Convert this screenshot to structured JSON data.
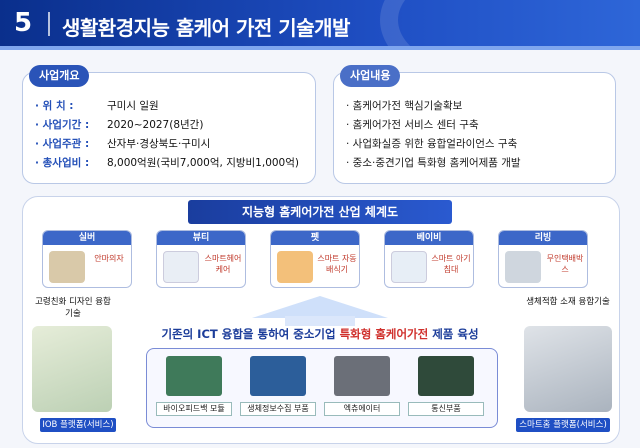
{
  "header": {
    "number": "5",
    "title": "생활환경지능 홈케어 가전 기술개발"
  },
  "overview": {
    "tag": "사업개요",
    "rows": [
      {
        "key": "· 위     치 :",
        "value": "구미시 일원"
      },
      {
        "key": "· 사업기간 :",
        "value": "2020~2027(8년간)"
      },
      {
        "key": "· 사업주관 :",
        "value": "산자부·경상북도·구미시"
      },
      {
        "key": "· 총사업비 :",
        "value": "8,000억원(국비7,000억, 지방비1,000억)"
      }
    ]
  },
  "contents": {
    "tag": "사업내용",
    "items": [
      "· 홈케어가전 핵심기술확보",
      "· 홈케어가전 서비스 센터 구축",
      "· 사업화실증 위한 융합얼라이언스 구축",
      "· 중소·중견기업 특화형 홈케어제품 개발"
    ]
  },
  "system": {
    "title": "지능형 홈케어가전 산업 체계도",
    "categories": [
      {
        "name": "실버",
        "label": "안마의자",
        "color": "#d9c9a9"
      },
      {
        "name": "뷰티",
        "label": "스마트헤어 케어",
        "color": "#e9eef5"
      },
      {
        "name": "펫",
        "label": "스마트 자동배식기",
        "color": "#f3c07a"
      },
      {
        "name": "베이비",
        "label": "스마트 아기침대",
        "color": "#e7eef6"
      },
      {
        "name": "리빙",
        "label": "무인택배박스",
        "color": "#cfd6de"
      }
    ],
    "left_label": "고령친화 디자인 융합기술",
    "right_label": "생체적합 소재 융합기술",
    "slogan_pre": "기존의 ICT 융합을 통하여 중소기업 ",
    "slogan_hl": "특화형 홈케어가전",
    "slogan_post": " 제품 육성",
    "tech": [
      {
        "label": "바이오피드백 모듈",
        "color": "#3f7a5a"
      },
      {
        "label": "생체정보수집 부품",
        "color": "#2c5e9a"
      },
      {
        "label": "엑츄에이터",
        "color": "#6b6f78"
      },
      {
        "label": "통신부품",
        "color": "#2f4a3a"
      }
    ],
    "iob": "IOB 플랫폼(서비스)",
    "smarthome": "스마트홈 플랫폼(서비스)"
  }
}
